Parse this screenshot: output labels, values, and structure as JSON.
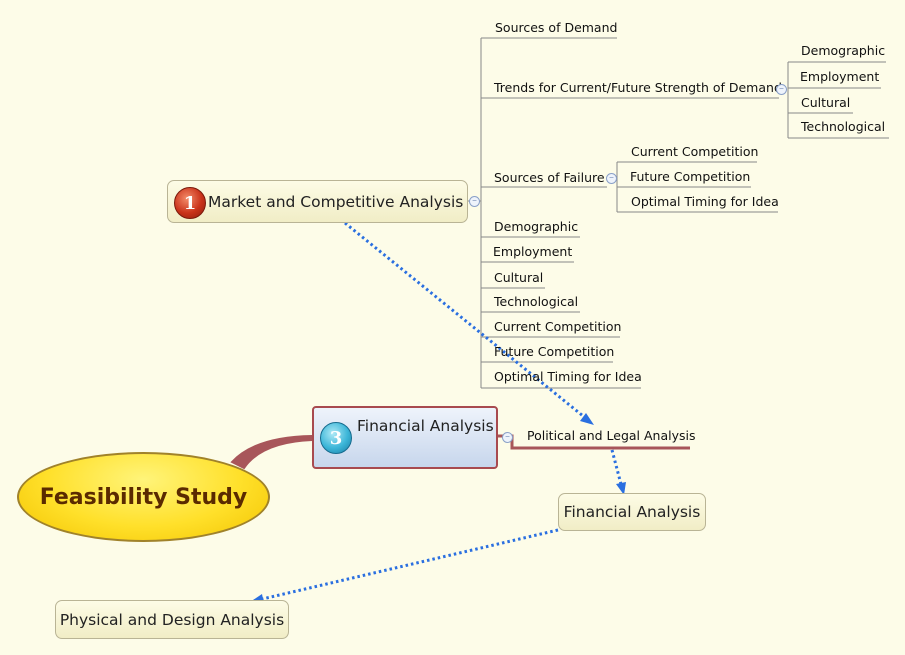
{
  "central": {
    "label": "Feasibility Study"
  },
  "market": {
    "badge": "1",
    "label": "Market and Competitive Analysis",
    "children": {
      "sources_of_demand": "Sources of Demand",
      "trends": {
        "label": "Trends for Current/Future Strength of Demand",
        "children": [
          "Demographic",
          "Employment",
          "Cultural",
          "Technological"
        ]
      },
      "sources_of_failure": {
        "label": "Sources of Failure",
        "children": [
          "Current Competition",
          "Future Competition",
          "Optimal Timing for Idea"
        ]
      },
      "others": [
        "Demographic",
        "Employment",
        "Cultural",
        "Technological",
        "Current Competition",
        "Future Competition",
        "Optimal Timing for Idea"
      ]
    }
  },
  "financial_main": {
    "badge": "3",
    "label": "Financial Analysis",
    "child": "Political and Legal Analysis"
  },
  "financial_floating": {
    "label": "Financial Analysis"
  },
  "physical": {
    "label": "Physical and Design Analysis"
  },
  "colors": {
    "central_fill": "#ffe02a",
    "connector": "#a8565a",
    "relationship": "#2a6fe0",
    "background": "#fdfce8"
  }
}
